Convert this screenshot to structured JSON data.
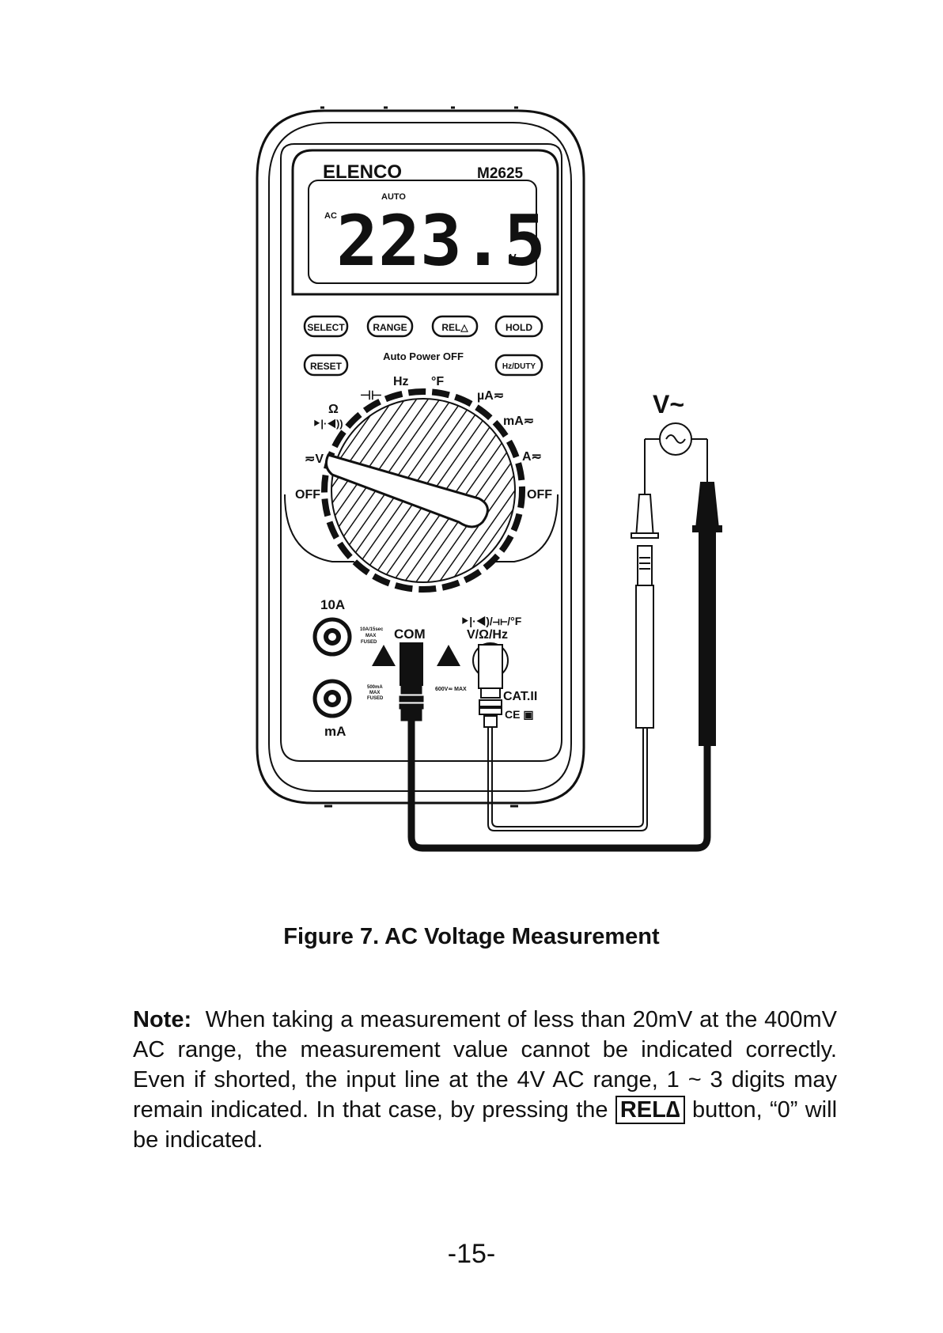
{
  "meter": {
    "brand": "ELENCO",
    "model": "M2625",
    "display": {
      "auto_indicator": "AUTO",
      "mode_indicator": "AC",
      "reading": "223.5",
      "unit": "V"
    },
    "buttons": {
      "select": "SELECT",
      "range": "RANGE",
      "rel": "REL△",
      "hold": "HOLD",
      "reset": "RESET",
      "hz_duty": "Hz/DUTY"
    },
    "auto_power_off": "Auto Power OFF",
    "dial_positions": {
      "off_left": "OFF",
      "volts": "≂V",
      "ohm": "Ω",
      "diode": "⯈|·◀))",
      "capacitance": "⊣⊢",
      "hz": "Hz",
      "degf": "°F",
      "ua": "µA≂",
      "ma": "mA≂",
      "a": "A≂",
      "off_right": "OFF"
    },
    "jacks": {
      "tenA_label": "10A",
      "tenA_rating": [
        "10A/15sec",
        "MAX",
        "FUSED"
      ],
      "ma_label": "mA",
      "ma_rating": [
        "500mA",
        "MAX",
        "FUSED"
      ],
      "com_label": "COM",
      "vohm_symbols": "⯈|·◀)/⊣⊢/°F",
      "vohm_label": "V/Ω/Hz",
      "max_voltage": "600V≂ MAX",
      "category": "CAT.II",
      "ce_mark": "CE ▣"
    }
  },
  "source_label": "V~",
  "caption": "Figure 7.  AC Voltage Measurement",
  "note": {
    "label": "Note:",
    "text_before": "When taking a measurement of less than 20mV at the 400mV AC range, the measurement value cannot be indicated correctly. Even if shorted, the input line at the 4V AC range, 1 ~ 3 digits may remain indicated.  In that case, by pressing the",
    "button_label": "REL∆",
    "text_after": "button, “0” will be indicated."
  },
  "page_number": "-15-"
}
